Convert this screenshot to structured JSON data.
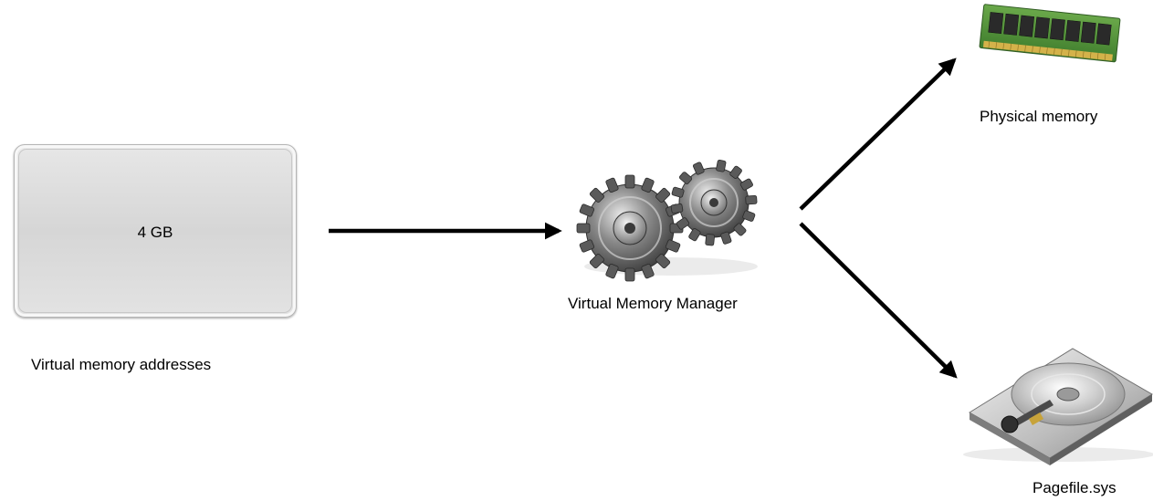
{
  "diagram": {
    "source": {
      "box_text": "4 GB",
      "caption": "Virtual memory addresses"
    },
    "manager": {
      "caption": "Virtual Memory Manager",
      "icon": "gears-icon"
    },
    "targets": [
      {
        "caption": "Physical memory",
        "icon": "ram-module-icon"
      },
      {
        "caption": "Pagefile.sys",
        "icon": "hard-drive-icon"
      }
    ]
  }
}
